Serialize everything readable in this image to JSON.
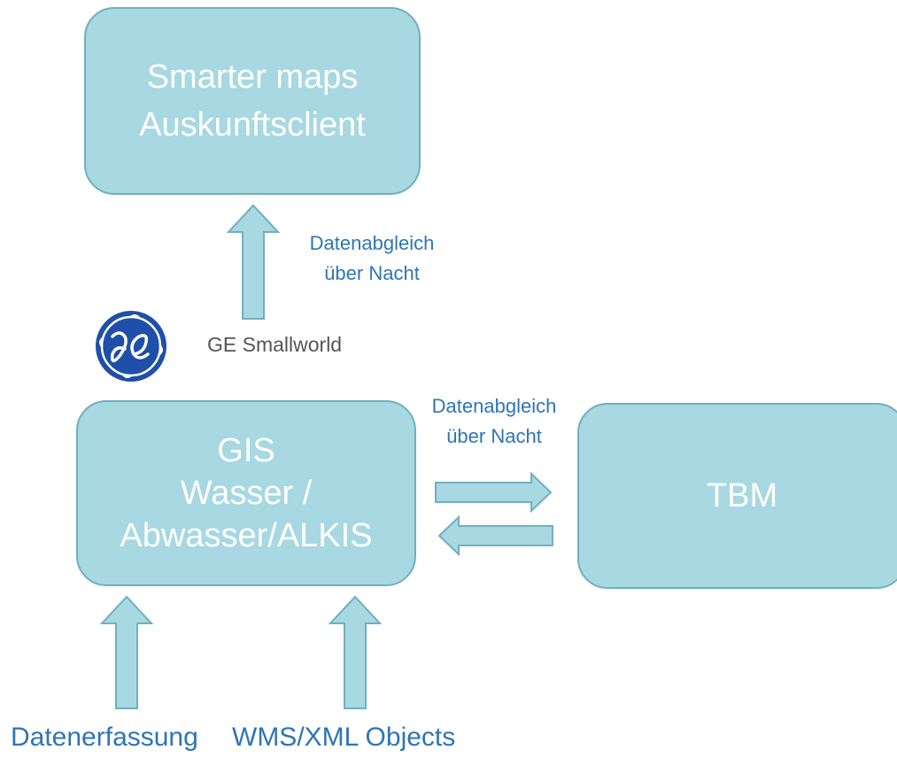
{
  "colors": {
    "box_fill": "#a8d8e2",
    "box_stroke": "#6fb0bf",
    "box_text": "#ffffff",
    "label_text": "#2e75b6",
    "logo_blue": "#1f4fa8",
    "ge_text": "#555555"
  },
  "nodes": {
    "smarter": {
      "line1": "Smarter maps",
      "line2": "Auskunftsclient"
    },
    "gis": {
      "line1": "GIS",
      "line2": "Wasser /",
      "line3": "Abwasser/ALKIS"
    },
    "tbm": {
      "label": "TBM"
    }
  },
  "edges": {
    "gis_to_smarter": {
      "line1": "Datenabgleich",
      "line2": "über Nacht"
    },
    "gis_tbm": {
      "line1": "Datenabgleich",
      "line2": "über Nacht"
    }
  },
  "inputs": {
    "datenerfassung": "Datenerfassung",
    "wms": "WMS/XML Objects"
  },
  "branding": {
    "logo_icon": "ge-logo-icon",
    "text": "GE Smallworld"
  }
}
